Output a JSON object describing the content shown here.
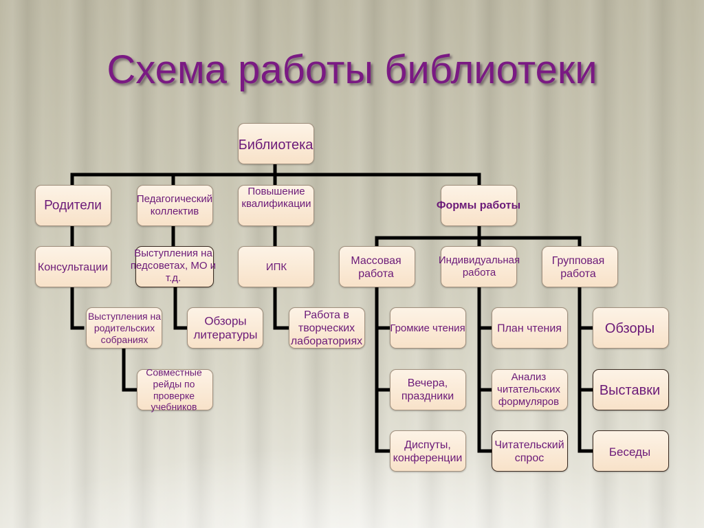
{
  "title": "Схема работы библиотеки",
  "nodes": {
    "library": "Библиотека",
    "parents": "Родители",
    "pedagogical": "Педагогический коллектив",
    "qualification": "Повышение квалификации",
    "forms": "Формы работы",
    "consultations": "Консультации",
    "speeches_councils": "Выступления на педсоветах, МО и т.д.",
    "ipk": "ИПК",
    "mass_work": "Массовая работа",
    "individual_work": "Индивидуальная работа",
    "group_work": "Групповая работа",
    "speeches_parents": "Выступления на родительских собраниях",
    "literature_reviews": "Обзоры литературы",
    "creative_labs": "Работа в творческих лабораториях",
    "loud_reading": "Громкие чтения",
    "reading_plan": "План чтения",
    "reviews": "Обзоры",
    "joint_raids": "Совместные рейды по проверке учебников",
    "evenings": "Вечера, праздники",
    "form_analysis": "Анализ читательских формуляров",
    "exhibitions": "Выставки",
    "debates": "Диспуты, конференции",
    "reader_demand": "Читательский спрос",
    "talks": "Беседы"
  }
}
